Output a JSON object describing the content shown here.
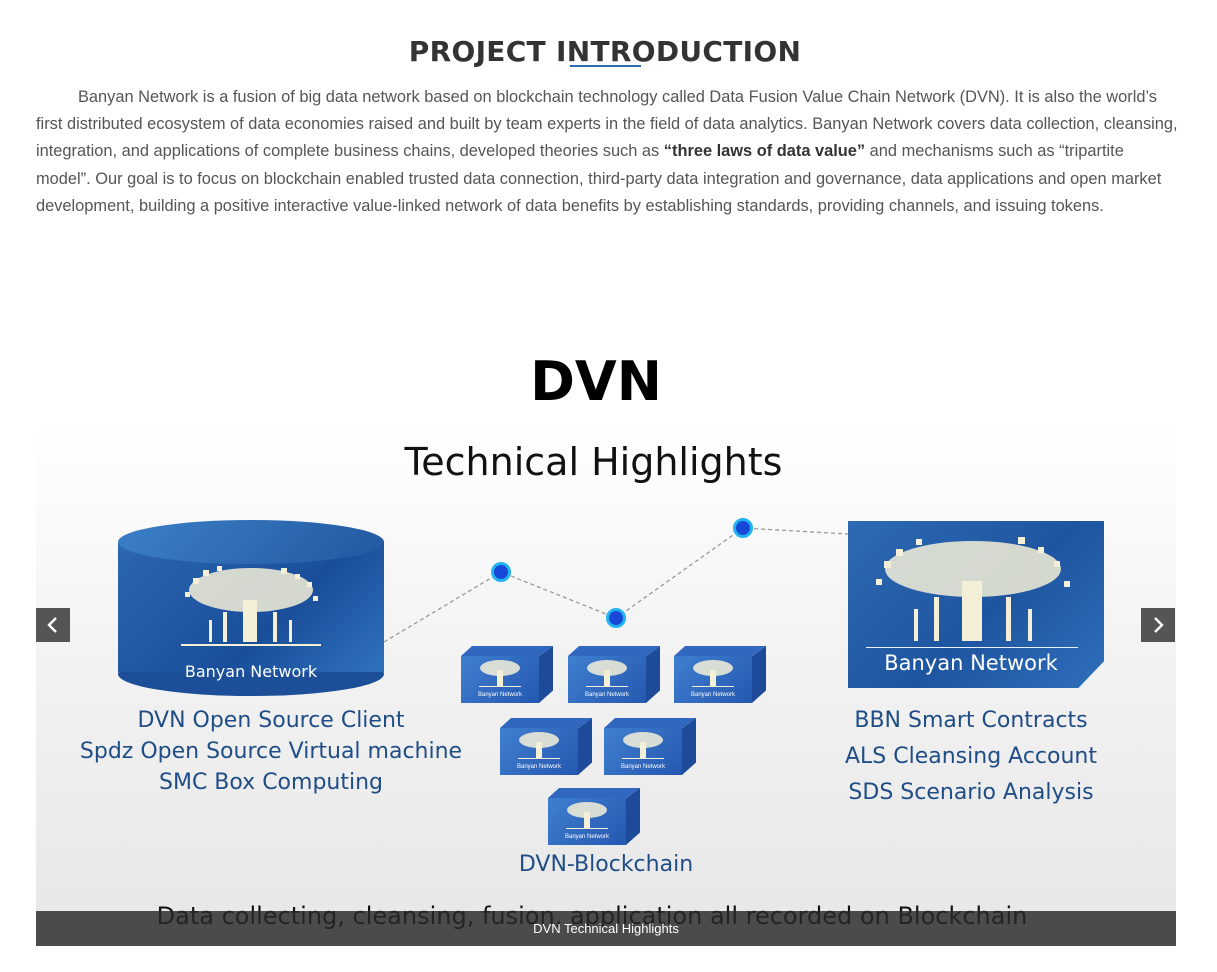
{
  "section": {
    "title": "PROJECT INTRODUCTION",
    "intro_part1": "Banyan Network is a fusion of big data network based on blockchain technology called Data Fusion Value Chain Network (DVN). It is also the world’s first distributed ecosystem of data economies raised and built by team experts in the field of data analytics. Banyan Network covers data collection, cleansing, integration, and applications of complete business chains, developed theories such as ",
    "intro_bold": "“three laws of data value”",
    "intro_part2": " and mechanisms such as “tripartite model”. Our goal is to focus on blockchain enabled trusted data connection, third-party data integration and governance, data applications and open market development, building a positive interactive value-linked network of data benefits by establishing standards, providing channels, and issuing tokens."
  },
  "carousel": {
    "slide": {
      "title": "DVN",
      "subtitle": "Technical Highlights",
      "left_box_label": "Banyan Network",
      "right_box_label": "Banyan Network",
      "cube_label": "Banyan Network",
      "left_features": [
        "DVN Open Source Client",
        "Spdz Open Source Virtual machine",
        "SMC  Box Computing"
      ],
      "right_features": [
        "BBN Smart Contracts",
        "ALS Cleansing Account",
        "SDS Scenario Analysis"
      ],
      "center_label": "DVN-Blockchain",
      "footer": "Data collecting, cleansing, fusion, application all recorded on Blockchain"
    },
    "caption": "DVN Technical Highlights",
    "prev_icon": "chevron-left-icon",
    "next_icon": "chevron-right-icon"
  },
  "colors": {
    "accent": "#2a6db5",
    "feature_text": "#1f4d86",
    "node_fill": "#1748d8",
    "node_ring": "#22b3f0"
  }
}
